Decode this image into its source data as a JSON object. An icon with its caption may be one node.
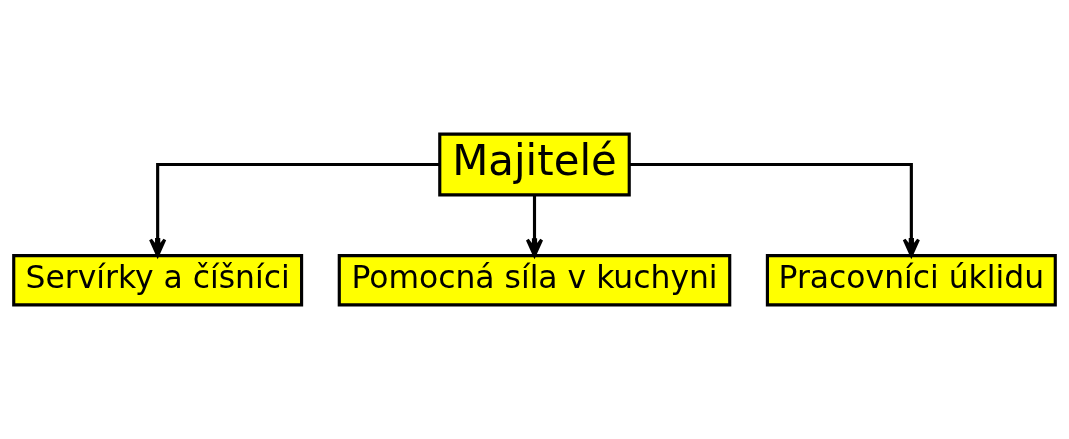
{
  "diagram": {
    "nodes": [
      {
        "text": [
          "Majitelé"
        ]
      },
      {
        "text": [
          "Servírky a číšníci"
        ]
      },
      {
        "text": [
          "Pomocná síla v kuchyni"
        ]
      },
      {
        "text": [
          "Pracovníci úklidu"
        ]
      }
    ],
    "edges": [
      {
        "from": 0,
        "to": 1,
        "arrow": "to"
      },
      {
        "from": 0,
        "to": 2,
        "arrow": "to"
      },
      {
        "from": 0,
        "to": 3,
        "arrow": "to"
      }
    ]
  }
}
